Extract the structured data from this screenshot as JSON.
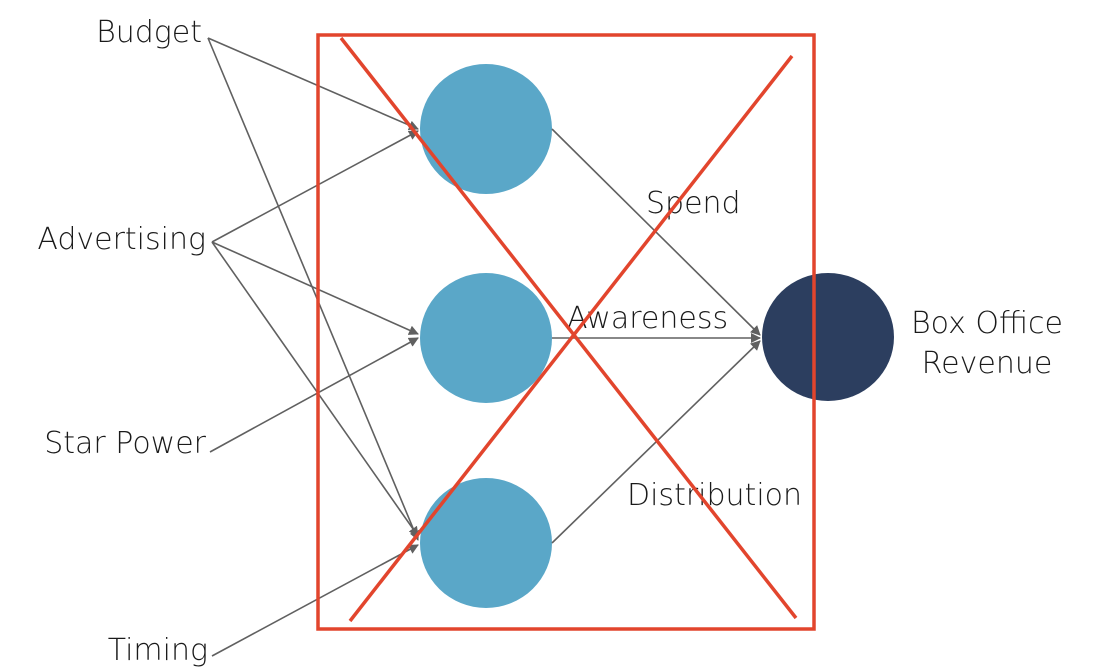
{
  "diagram": {
    "inputs": {
      "budget": "Budget",
      "advertising": "Advertising",
      "star_power": "Star Power",
      "timing": "Timing"
    },
    "hidden_labels": {
      "spend": "Spend",
      "awareness": "Awareness",
      "distribution": "Distribution"
    },
    "output": {
      "line1": "Box Office",
      "line2": "Revenue"
    },
    "colors": {
      "hidden_node": "#5aa7c8",
      "output_node": "#2c3e5f",
      "cross_out": "#e2452d",
      "edge": "#606060"
    }
  }
}
